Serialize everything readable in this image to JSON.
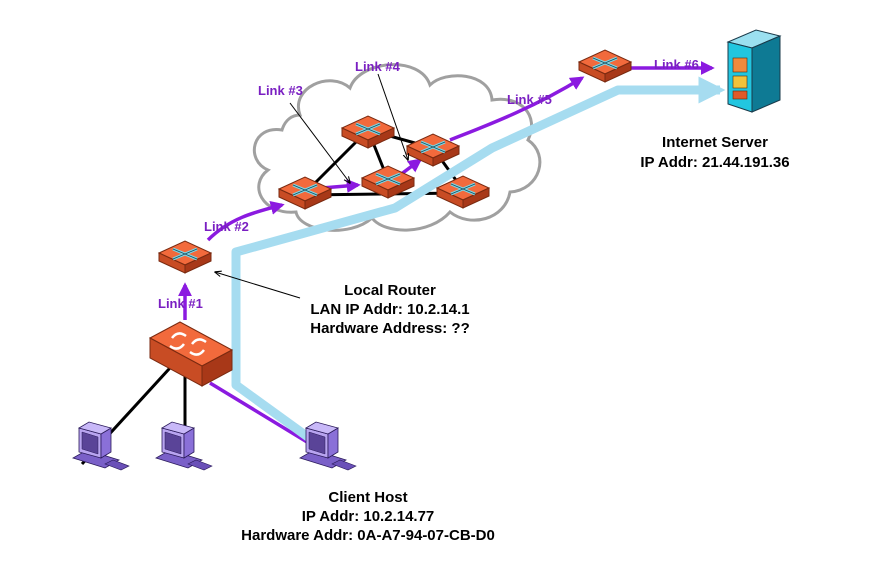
{
  "colors": {
    "route_path": "#a6dcf0",
    "link_purple": "#8b1ae0",
    "label_purple": "#7a1fc2",
    "router_body": "#f26a3c",
    "router_side": "#b84020",
    "cloud_stroke": "#a0a0a0",
    "host_purple": "#9b80e0"
  },
  "links": {
    "link1": "Link #1",
    "link2": "Link #2",
    "link3": "Link #3",
    "link4": "Link #4",
    "link5": "Link #5",
    "link6": "Link #6"
  },
  "internet_server": {
    "title": "Internet Server",
    "ip": "IP Addr: 21.44.191.36"
  },
  "local_router": {
    "title": "Local Router",
    "lan_ip": "LAN IP Addr: 10.2.14.1",
    "hw": "Hardware Address: ??"
  },
  "client_host": {
    "title": "Client Host",
    "ip": "IP Addr: 10.2.14.77",
    "hw": "Hardware Addr: 0A-A7-94-07-CB-D0"
  }
}
